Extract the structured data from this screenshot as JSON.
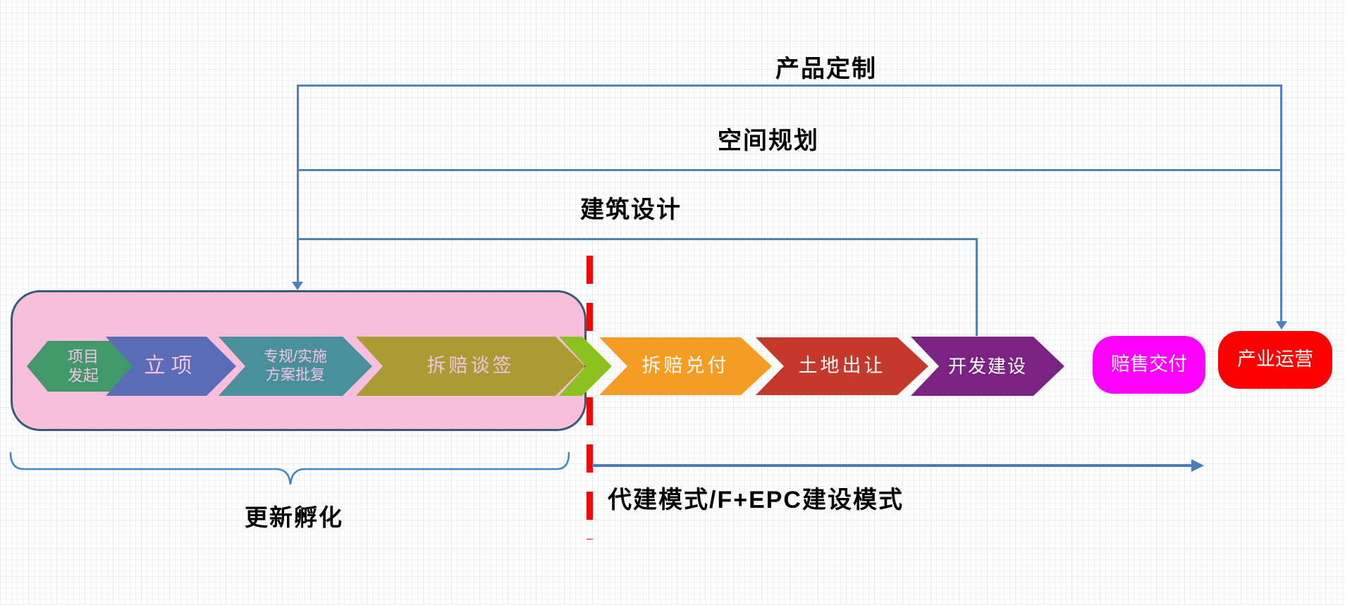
{
  "brackets": {
    "product_customization": "产品定制",
    "space_planning": "空间规划",
    "architecture_design": "建筑设计"
  },
  "stages": [
    {
      "id": "project-initiation",
      "shape": "hexagon",
      "lines": [
        "项目",
        "发起"
      ],
      "fill": "#41996B",
      "text_color": "#F2C3E2"
    },
    {
      "id": "project-approval",
      "shape": "chevron",
      "lines": [
        "立项"
      ],
      "fill": "#5A6BB8",
      "text_color": "#F2C3E2"
    },
    {
      "id": "plan-approval",
      "shape": "chevron",
      "lines": [
        "专规/实施",
        "方案批复"
      ],
      "fill": "#49909B",
      "text_color": "#F2C3E2"
    },
    {
      "id": "demolition-negotiation",
      "shape": "chevron",
      "lines": [
        "拆赔谈签"
      ],
      "fill": "#A89C33",
      "text_color": "#F2C3E2"
    },
    {
      "id": "transition-arrow",
      "shape": "chevron",
      "lines": [],
      "fill": "#8CC122",
      "text_color": "#FFFFFF"
    },
    {
      "id": "demolition-payment",
      "shape": "chevron",
      "lines": [
        "拆赔兑付"
      ],
      "fill": "#F59C23",
      "text_color": "#FFFFFF"
    },
    {
      "id": "land-transfer",
      "shape": "chevron",
      "lines": [
        "土地出让"
      ],
      "fill": "#C4392B",
      "text_color": "#FFFFFF"
    },
    {
      "id": "development-construction",
      "shape": "chevron",
      "lines": [
        "开发建设"
      ],
      "fill": "#7A2385",
      "text_color": "#FFFFFF"
    },
    {
      "id": "compensation-sale-delivery",
      "shape": "rounded",
      "lines": [
        "赔售交付"
      ],
      "fill": "#FF00FE",
      "text_color": "#FFFFFF"
    },
    {
      "id": "industry-operation",
      "shape": "rounded",
      "lines": [
        "产业运营"
      ],
      "fill": "#FB0100",
      "text_color": "#FFFFFF"
    }
  ],
  "bottom": {
    "incubation_phase_label": "更新孵化",
    "construction_mode_label": "代建模式/F+EPC建设模式"
  },
  "colors": {
    "connector_blue": "#4F81BD",
    "brace_blue": "#4186C6",
    "flow_arrow_blue": "#4A7EBB",
    "divider_red": "#EA0B0B",
    "incubation_box_fill": "#F7BFDC",
    "incubation_box_border": "#3A5878"
  }
}
